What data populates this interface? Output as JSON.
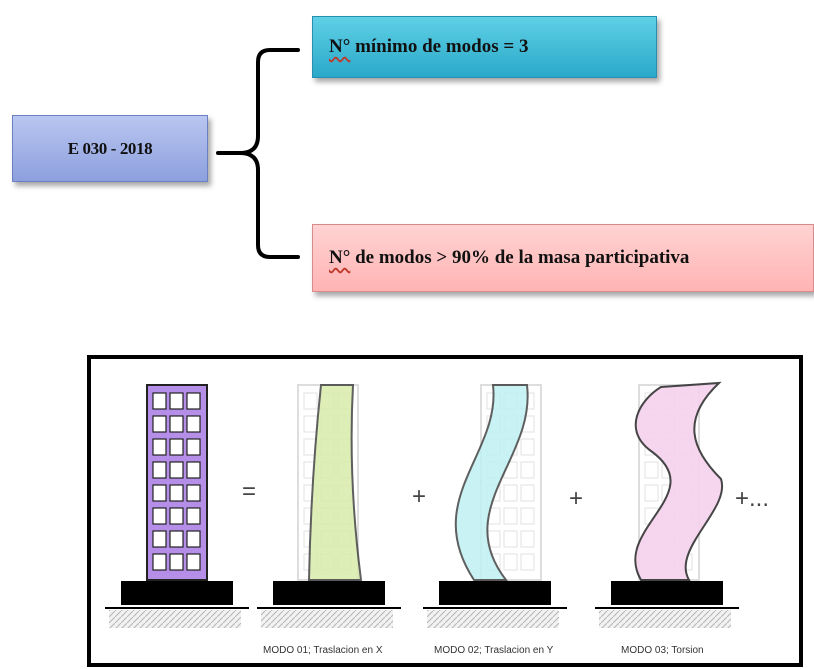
{
  "norm_box": {
    "label": "E 030 - 2018"
  },
  "min_modes_box": {
    "symbol": "N°",
    "text": " mínimo de modos = 3"
  },
  "mass_modes_box": {
    "symbol": "N°",
    "text": " de modos > 90% de la masa participativa"
  },
  "modes_figure": {
    "equals": "=",
    "plus": "+",
    "plus_ellipsis": "+...",
    "captions": [
      "MODO 01; Traslacion en X",
      "MODO 02; Traslacion en Y",
      "MODO 03; Torsion"
    ],
    "colors": {
      "building": "#b58ee8",
      "mode1": "#d8ecaa",
      "mode2": "#bff0f3",
      "mode3": "#f6d2ee"
    }
  }
}
